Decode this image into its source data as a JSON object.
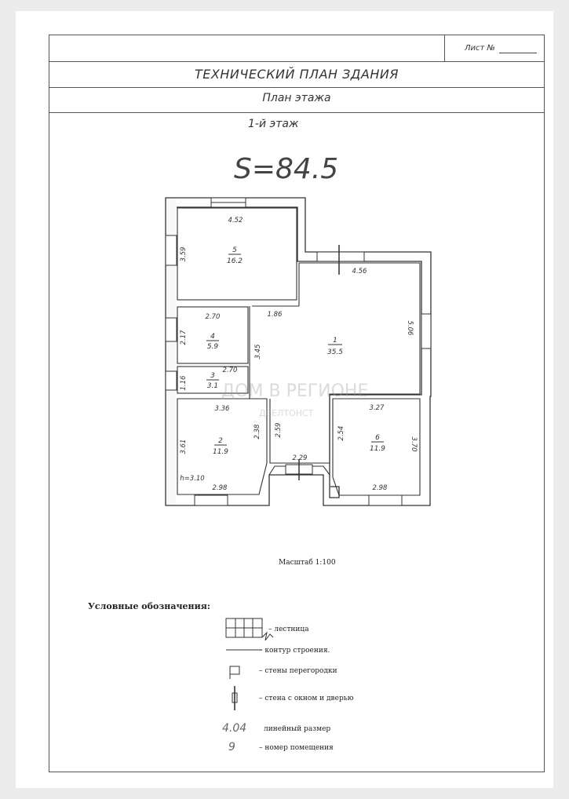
{
  "header": {
    "sheet_label": "Лист №",
    "title": "ТЕХНИЧЕСКИЙ ПЛАН ЗДАНИЯ",
    "subtitle": "План этажа",
    "floor": "1-й этаж",
    "area": "S=84.5"
  },
  "rooms": [
    {
      "number": "5",
      "area": "16.2"
    },
    {
      "number": "1",
      "area": "35.5"
    },
    {
      "number": "4",
      "area": "5.9"
    },
    {
      "number": "3",
      "area": "3.1"
    },
    {
      "number": "2",
      "area": "11.9"
    },
    {
      "number": "6",
      "area": "11.9"
    }
  ],
  "dimensions": {
    "r5_top": "4.52",
    "r5_left": "3.59",
    "r1_top": "4.56",
    "r1_right": "5.06",
    "r1_left": "3.45",
    "r1_bottom_left": "1.86",
    "r4_top": "2.70",
    "r4_left": "2.17",
    "r3_top": "2.70",
    "r3_left": "1.16",
    "r2_top": "3.36",
    "r2_left": "3.61",
    "r2_right": "2.38",
    "r2_bottom": "2.98",
    "r2_height": "h=3.10",
    "hall_left": "2.59",
    "hall_bottom": "2.29",
    "r6_top": "3.27",
    "r6_left": "2.54",
    "r6_right": "3.70",
    "r6_bottom": "2.98"
  },
  "watermark": {
    "line1": "ДОМ В РЕГИОНЕ",
    "line2": "ДВЕЛТОНСТ"
  },
  "scale": "Масштаб 1:100",
  "legend": {
    "title": "Условные обозначения:",
    "items": [
      {
        "icon": "stairs-icon",
        "label": "– лестница"
      },
      {
        "icon": "contour-icon",
        "label": "– контур строения."
      },
      {
        "icon": "partition-icon",
        "label": "– стены перегородки"
      },
      {
        "icon": "wall-window-door-icon",
        "label": "– стена с окном и дверью"
      },
      {
        "icon": "dimension-sample",
        "sample": "4.04",
        "label": "линейный размер"
      },
      {
        "icon": "room-number-sample",
        "sample": "9",
        "label": "– номер помещения"
      }
    ]
  }
}
